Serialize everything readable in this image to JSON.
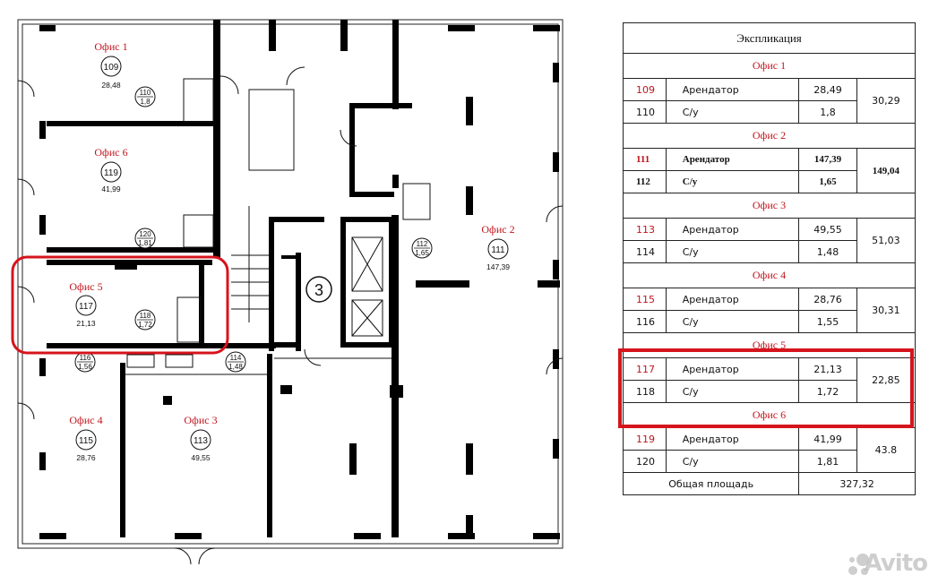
{
  "plan": {
    "rooms": [
      {
        "name": "Офис 1",
        "num": "109",
        "area": "28,48"
      },
      {
        "name": "Офис 6",
        "num": "119",
        "area": "41,99"
      },
      {
        "name": "Офис 5",
        "num": "117",
        "area": "21,13"
      },
      {
        "name": "Офис 4",
        "num": "115",
        "area": "28,76"
      },
      {
        "name": "Офис 3",
        "num": "113",
        "area": "49,55"
      },
      {
        "name": "Офис 2",
        "num": "111",
        "area": "147,39"
      }
    ],
    "wc": [
      {
        "num": "110",
        "area": "1,8"
      },
      {
        "num": "120",
        "area": "1,81"
      },
      {
        "num": "118",
        "area": "1,72"
      },
      {
        "num": "116",
        "area": "1,56"
      },
      {
        "num": "114",
        "area": "1,48"
      },
      {
        "num": "112",
        "area": "1,65"
      }
    ],
    "stair_number": "3"
  },
  "explication": {
    "title": "Экспликация",
    "groups": [
      {
        "name": "Офис 1",
        "rows": [
          {
            "num": "109",
            "type": "Арендатор",
            "area": "28,49"
          },
          {
            "num": "110",
            "type": "С/у",
            "area": "1,8"
          }
        ],
        "total": "30,29"
      },
      {
        "name": "Офис 2",
        "rows": [
          {
            "num": "111",
            "type": "Арендатор",
            "area": "147,39"
          },
          {
            "num": "112",
            "type": "С/у",
            "area": "1,65"
          }
        ],
        "total": "149,04"
      },
      {
        "name": "Офис 3",
        "rows": [
          {
            "num": "113",
            "type": "Арендатор",
            "area": "49,55"
          },
          {
            "num": "114",
            "type": "С/у",
            "area": "1,48"
          }
        ],
        "total": "51,03"
      },
      {
        "name": "Офис 4",
        "rows": [
          {
            "num": "115",
            "type": "Арендатор",
            "area": "28,76"
          },
          {
            "num": "116",
            "type": "С/у",
            "area": "1,55"
          }
        ],
        "total": "30,31"
      },
      {
        "name": "Офис 5",
        "rows": [
          {
            "num": "117",
            "type": "Арендатор",
            "area": "21,13"
          },
          {
            "num": "118",
            "type": "С/у",
            "area": "1,72"
          }
        ],
        "total": "22,85"
      },
      {
        "name": "Офис 6",
        "rows": [
          {
            "num": "119",
            "type": "Арендатор",
            "area": "41,99"
          },
          {
            "num": "120",
            "type": "С/у",
            "area": "1,81"
          }
        ],
        "total": "43.8"
      }
    ],
    "total_label": "Общая площадь",
    "total_value": "327,32"
  },
  "watermark": "Avito",
  "colors": {
    "accent": "#c0141c",
    "highlight": "#d6141c",
    "wall": "#000000"
  }
}
